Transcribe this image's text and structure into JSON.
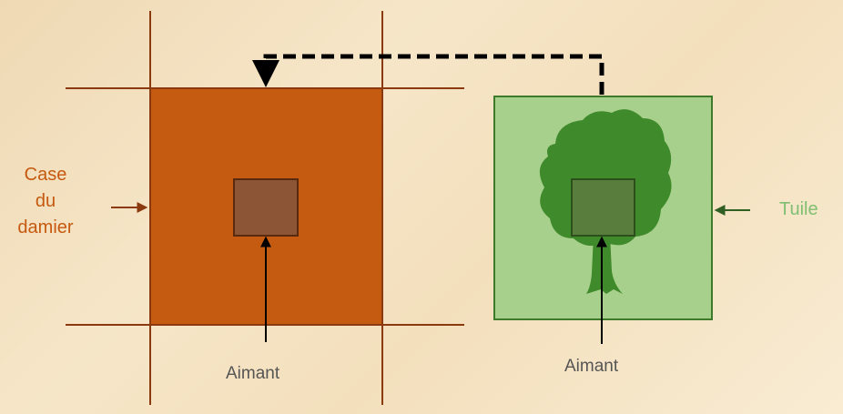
{
  "labels": {
    "board_square_line1": "Case",
    "board_square_line2": "du",
    "board_square_line3": "damier",
    "tile": "Tuile",
    "magnet_board": "Aimant",
    "magnet_tile": "Aimant"
  },
  "colors": {
    "board_square_fill": "#c55a11",
    "grid_line": "#8b3a0f",
    "magnet_board_fill": "#8c5535",
    "tile_fill": "#a8d08d",
    "tile_border": "#3d7a2a",
    "tree_fill": "#3f8a2b",
    "arrow": "#000000",
    "label_board": "#c6590f",
    "label_tile": "#7fbf72",
    "label_magnet": "#555555"
  },
  "icons": {
    "tree": "tree-icon"
  }
}
